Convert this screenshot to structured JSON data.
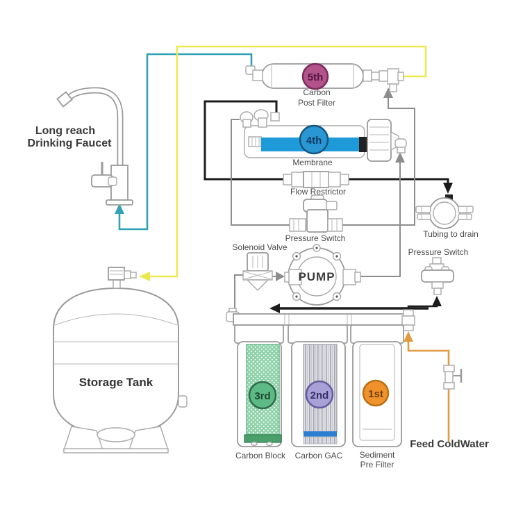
{
  "colors": {
    "stage_1_fill": "#f0922c",
    "stage_2_fill": "#a9a0d6",
    "stage_3_fill": "#5eba84",
    "stage_4_fill": "#2a97d4",
    "stage_5_fill": "#b2538c",
    "membrane_bar": "#1f9ad8",
    "gac_band_blue": "#2b7fd0",
    "tube_to_tank_yellow": "#ece84f",
    "tube_to_faucet_cyan": "#2fa3b5",
    "tube_feed_orange": "#e39a3e",
    "tube_drain_black": "#1c1c1c",
    "tube_gray": "#8d8d8d",
    "outline_gray": "#9a9a9a"
  },
  "components": {
    "faucet": {
      "label_line1": "Long reach",
      "label_line2": "Drinking Faucet"
    },
    "storage_tank": {
      "label": "Storage Tank"
    },
    "post_filter": {
      "stage": "5th",
      "label_line1": "Carbon",
      "label_line2": "Post Filter"
    },
    "membrane": {
      "stage": "4th",
      "label": "Membrane"
    },
    "flow_restrictor": {
      "label": "Flow Restrictor"
    },
    "pump_pressure_switch": {
      "label": "Pressure Switch"
    },
    "solenoid_valve": {
      "label": "Solenoid Valve"
    },
    "pump": {
      "label": "PUMP"
    },
    "drain_saddle": {
      "label": "Tubing to drain"
    },
    "feed_pressure_switch": {
      "label": "Pressure Switch"
    },
    "carbon_block": {
      "stage": "3rd",
      "label": "Carbon Block"
    },
    "carbon_gac": {
      "stage": "2nd",
      "label": "Carbon GAC"
    },
    "sediment_filter": {
      "stage": "1st",
      "label_line1": "Sediment",
      "label_line2": "Pre Filter"
    },
    "feed_water": {
      "label": "Feed ColdWater"
    }
  }
}
